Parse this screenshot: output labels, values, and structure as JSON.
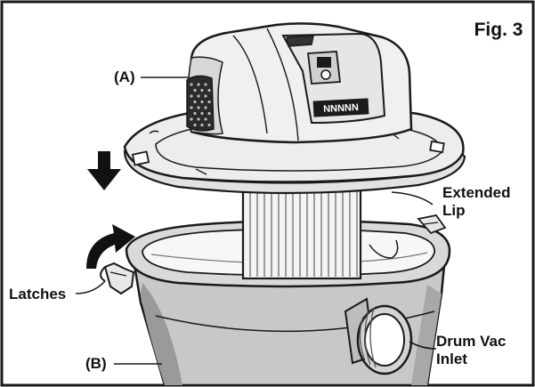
{
  "figure_label": "Fig. 3",
  "callouts": {
    "a": "(A)",
    "b": "(B)",
    "extended_lip": [
      "Extended",
      "Lip"
    ],
    "latches": "Latches",
    "drum_vac_inlet": [
      "Drum Vac",
      "Inlet"
    ]
  },
  "motor_head": {
    "brand_badge": "NNNNN"
  },
  "colors": {
    "outline": "#1a1a1a",
    "drum_fill": "#c8c8c8",
    "head_fill": "#ededed",
    "filter_fill": "#f4f4f4",
    "arrow_fill": "#111111"
  }
}
